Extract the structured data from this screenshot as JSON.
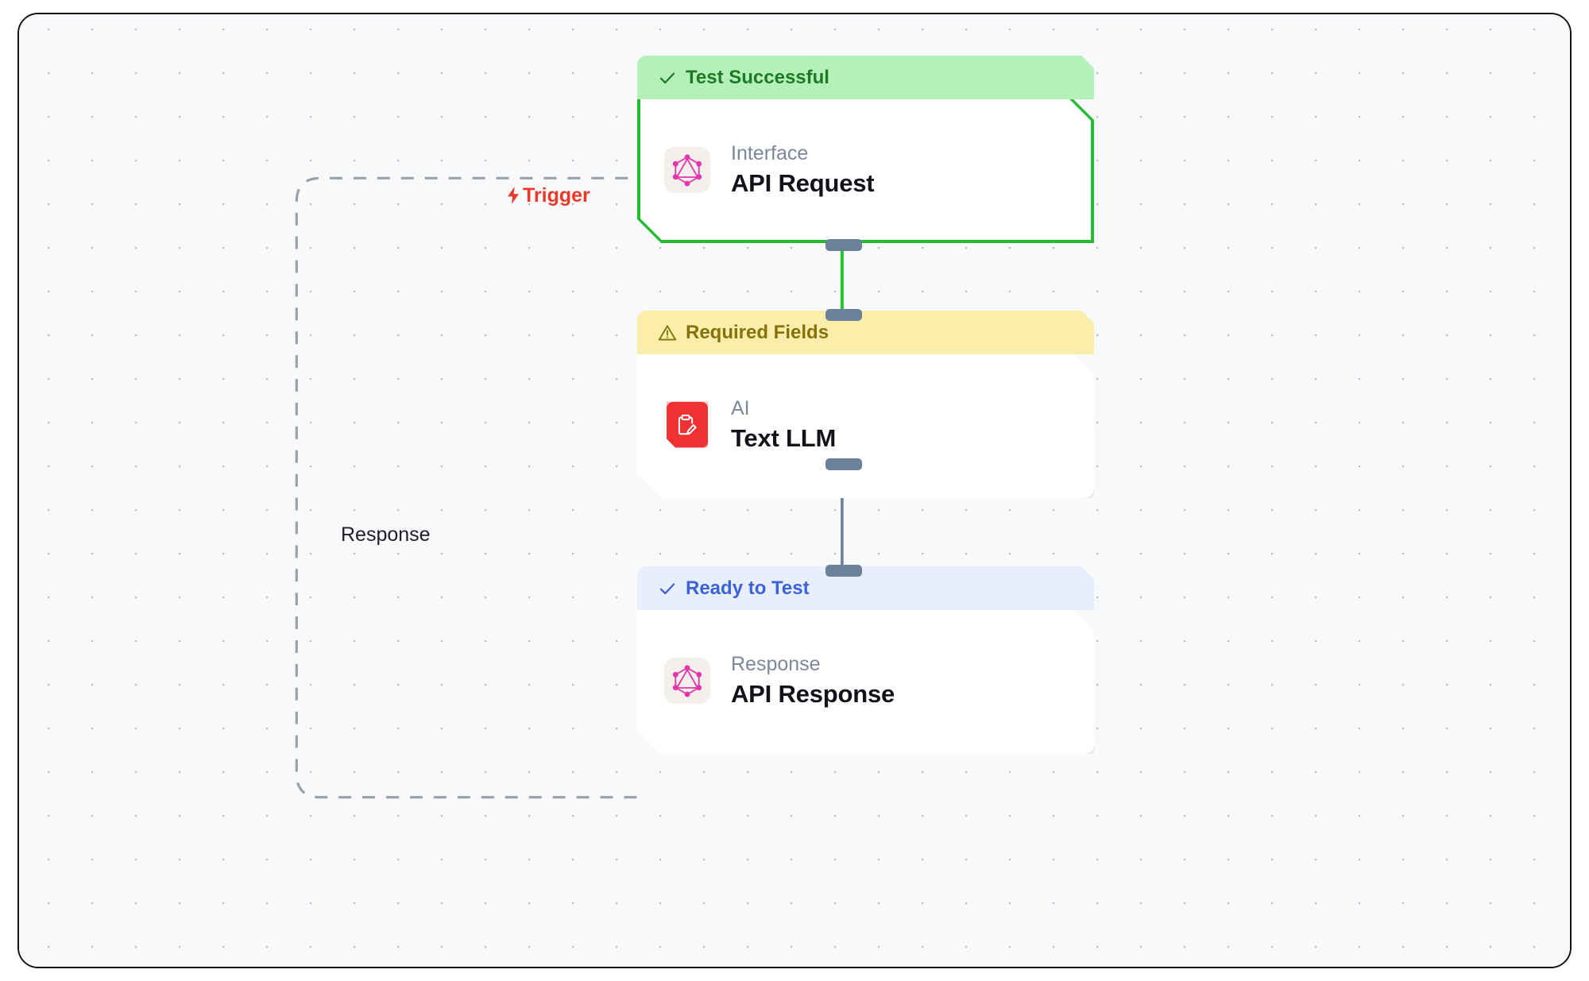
{
  "canvas": {
    "background_color": "#f8f9fb",
    "grid": "dot-grid",
    "frame_border_color": "#111418"
  },
  "nodes": [
    {
      "id": "api-request",
      "status_label": "Test Successful",
      "status_type": "success",
      "status_icon": "check-icon",
      "status_color": "#1d7a27",
      "status_bg": "#b6f0b9",
      "subtitle": "Interface",
      "title": "API Request",
      "icon": "graphql-icon",
      "icon_color": "#e535ab",
      "selected": true,
      "border_color": "#22bb33"
    },
    {
      "id": "text-llm",
      "status_label": "Required Fields",
      "status_type": "warning",
      "status_icon": "warning-triangle-icon",
      "status_color": "#86720d",
      "status_bg": "#fbeeaa",
      "subtitle": "AI",
      "title": "Text LLM",
      "icon": "clipboard-pencil-icon",
      "icon_color": "#ef3131",
      "selected": false,
      "border_color": ""
    },
    {
      "id": "api-response",
      "status_label": "Ready to Test",
      "status_type": "ready",
      "status_icon": "check-icon",
      "status_color": "#3b62d6",
      "status_bg": "#e8eefc",
      "subtitle": "Response",
      "title": "API Response",
      "icon": "graphql-icon",
      "icon_color": "#e535ab",
      "selected": false,
      "border_color": ""
    }
  ],
  "edges": [
    {
      "id": "edge-request-to-llm",
      "from": "api-request",
      "to": "text-llm",
      "style": "solid",
      "color": "#22c32e",
      "label": ""
    },
    {
      "id": "edge-llm-to-response",
      "from": "text-llm",
      "to": "api-response",
      "style": "solid",
      "color": "#6b8199",
      "label": ""
    },
    {
      "id": "edge-response-to-request",
      "from": "api-response",
      "to": "api-request",
      "style": "dashed",
      "color": "#9aa0ab",
      "label": "Response"
    }
  ],
  "edge_labels": {
    "trigger": "Trigger",
    "trigger_icon": "lightning-bolt-icon",
    "trigger_color": "#e8392b",
    "response": "Response",
    "response_color": "#1d2026"
  }
}
